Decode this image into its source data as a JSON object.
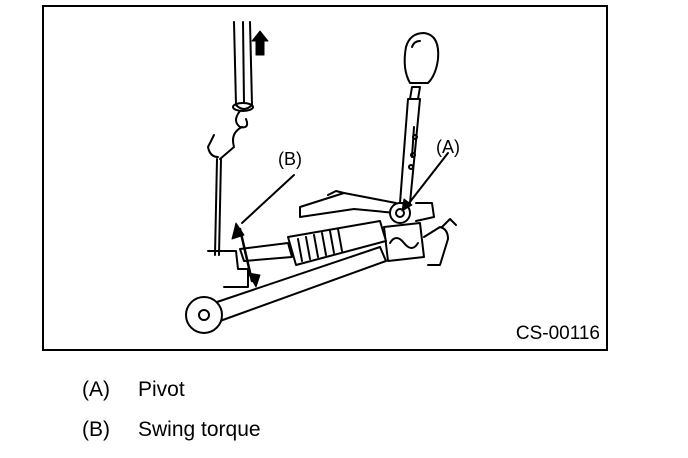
{
  "figure": {
    "callout_a": "(A)",
    "callout_b": "(B)",
    "code": "CS-00116"
  },
  "legend": [
    {
      "key": "(A)",
      "text": "Pivot"
    },
    {
      "key": "(B)",
      "text": "Swing torque"
    }
  ]
}
